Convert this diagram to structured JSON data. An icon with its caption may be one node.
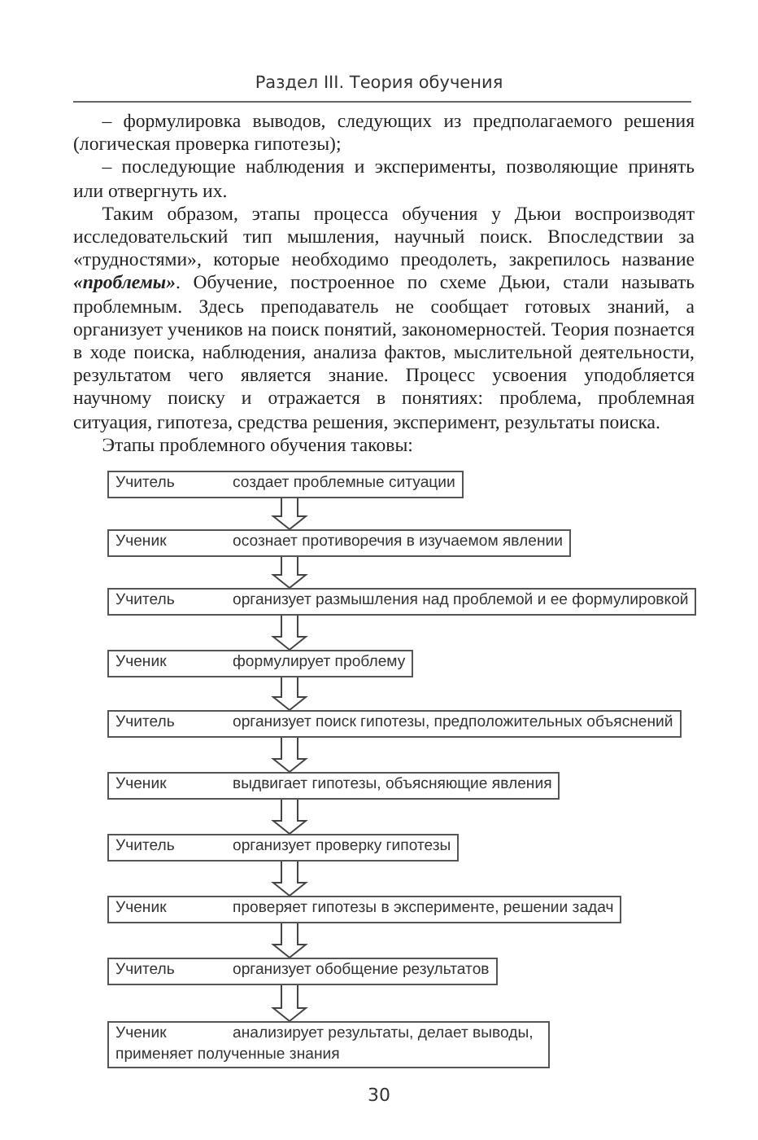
{
  "diagram": {
    "nodes": [
      {
        "text": [
          "Учитель",
          "создает проблемные ситуации"
        ]
      },
      {
        "text": [
          "Ученик",
          "осознает противоречия в изучаемом явлении"
        ]
      },
      {
        "text": [
          "Учитель",
          "организует размышления над проблемой и ее формулировкой"
        ]
      },
      {
        "text": [
          "Ученик",
          "формулирует проблему"
        ]
      },
      {
        "text": [
          "Учитель",
          "организует поиск гипотезы, предположительных объяснений"
        ]
      },
      {
        "text": [
          "Ученик",
          "выдвигает гипотезы, объясняющие явления"
        ]
      },
      {
        "text": [
          "Учитель",
          "организует проверку гипотезы"
        ]
      },
      {
        "text": [
          "Ученик",
          "проверяет гипотезы в эксперименте, решении задач"
        ]
      },
      {
        "text": [
          "Учитель",
          "организует обобщение результатов"
        ]
      },
      {
        "text": [
          "Ученик",
          "анализирует результаты, делает выводы, применяет полученные знания"
        ]
      }
    ],
    "edges": [
      {
        "from": 0,
        "to": 1,
        "arrow": "to"
      },
      {
        "from": 1,
        "to": 2,
        "arrow": "to"
      },
      {
        "from": 2,
        "to": 3,
        "arrow": "to"
      },
      {
        "from": 3,
        "to": 4,
        "arrow": "to"
      },
      {
        "from": 4,
        "to": 5,
        "arrow": "to"
      },
      {
        "from": 5,
        "to": 6,
        "arrow": "to"
      },
      {
        "from": 6,
        "to": 7,
        "arrow": "to"
      },
      {
        "from": 7,
        "to": 8,
        "arrow": "to"
      },
      {
        "from": 8,
        "to": 9,
        "arrow": "to"
      }
    ],
    "labels": [
      "Раздел III. Теория обучения",
      "– формулировка выводов, следующих из предполагаемого решения (логическая проверка гипотезы);",
      "– последующие наблюдения и эксперименты, позволяющие принять или отвергнуть их.",
      "Таким образом, этапы процесса обучения у Дьюи воспроизводят исследовательский тип мышления, научный поиск. Впоследствии за «трудностями», которые необходимо преодолеть, закрепилось название **«проблемы»**. Обучение, построенное по схеме Дьюи, стали называть проблемным. Здесь преподаватель не сообщает готовых знаний, а организует учеников на поиск понятий, закономерностей. Теория познается в ходе поиска, наблюдения, анализа фактов, мыслительной деятельности, результатом чего является знание. Процесс усвоения уподобляется научному поиску и отражается в понятиях: проблема, проблемная ситуация, гипотеза, средства решения, эксперимент, результаты поиска.",
      "Этапы проблемного обучения таковы:",
      "30"
    ]
  }
}
